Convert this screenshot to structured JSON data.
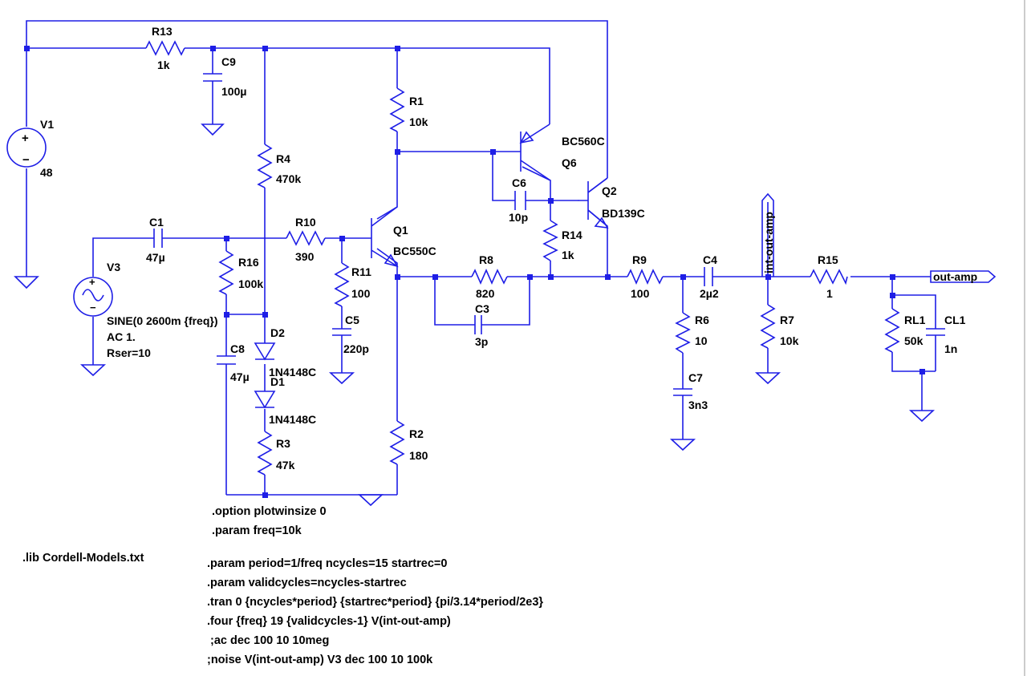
{
  "colors": {
    "wire": "#1e1ee6",
    "text": "#000000",
    "background": "#ffffff"
  },
  "components": {
    "r13": {
      "name": "R13",
      "value": "1k"
    },
    "c9": {
      "name": "C9",
      "value": "100µ"
    },
    "v1": {
      "name": "V1",
      "value": "48"
    },
    "r1": {
      "name": "R1",
      "value": "10k"
    },
    "r4": {
      "name": "R4",
      "value": "470k"
    },
    "q6": {
      "name": "Q6",
      "model": "BC560C"
    },
    "q2": {
      "name": "Q2",
      "model": "BD139C"
    },
    "c6": {
      "name": "C6",
      "value": "10p"
    },
    "r14": {
      "name": "R14",
      "value": "1k"
    },
    "c1": {
      "name": "C1",
      "value": "47µ"
    },
    "r10": {
      "name": "R10",
      "value": "390"
    },
    "q1": {
      "name": "Q1",
      "model": "BC550C"
    },
    "r16": {
      "name": "R16",
      "value": "100k"
    },
    "r11": {
      "name": "R11",
      "value": "100"
    },
    "r8": {
      "name": "R8",
      "value": "820"
    },
    "c3": {
      "name": "C3",
      "value": "3p"
    },
    "r9": {
      "name": "R9",
      "value": "100"
    },
    "c4": {
      "name": "C4",
      "value": "2µ2"
    },
    "r15": {
      "name": "R15",
      "value": "1"
    },
    "v3": {
      "name": "V3",
      "line1": "SINE(0 2600m {freq})",
      "line2": "AC 1.",
      "line3": "Rser=10"
    },
    "c5": {
      "name": "C5",
      "value": "220p"
    },
    "c8": {
      "name": "C8",
      "value": "47µ"
    },
    "d2": {
      "name": "D2",
      "model": "1N4148C"
    },
    "d1": {
      "name": "D1",
      "model": "1N4148C"
    },
    "r3": {
      "name": "R3",
      "value": "47k"
    },
    "r2": {
      "name": "R2",
      "value": "180"
    },
    "r6": {
      "name": "R6",
      "value": "10"
    },
    "c7": {
      "name": "C7",
      "value": "3n3"
    },
    "r7": {
      "name": "R7",
      "value": "10k"
    },
    "rl1": {
      "name": "RL1",
      "value": "50k"
    },
    "cl1": {
      "name": "CL1",
      "value": "1n"
    }
  },
  "nets": {
    "int_out": "int-out-amp",
    "out": "out-amp"
  },
  "directives": {
    "option": ".option plotwinsize 0",
    "param_freq": ".param freq=10k",
    "lib": ".lib Cordell-Models.txt",
    "param_period": ".param period=1/freq ncycles=15 startrec=0",
    "param_valid": ".param validcycles=ncycles-startrec",
    "tran": ".tran 0 {ncycles*period} {startrec*period} {pi/3.14*period/2e3}",
    "four": ".four {freq} 19 {validcycles-1} V(int-out-amp)",
    "ac": " ;ac dec 100 10 10meg",
    "noise": ";noise V(int-out-amp) V3 dec 100 10 100k"
  }
}
